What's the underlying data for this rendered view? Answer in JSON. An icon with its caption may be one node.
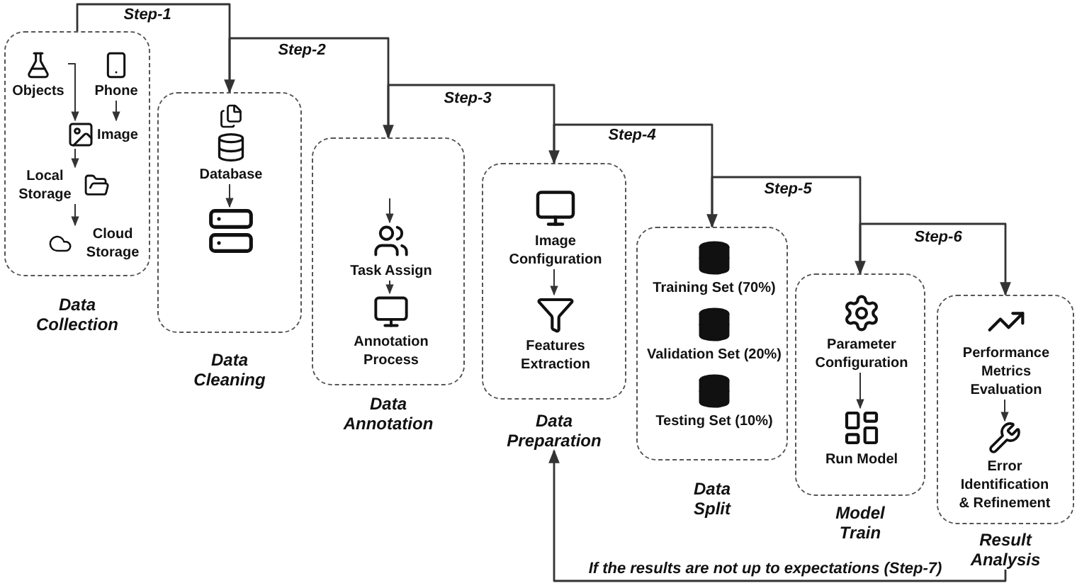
{
  "diagram": {
    "nodes": [
      {
        "text": [
          "Data Collection"
        ]
      },
      {
        "text": [
          "Objects"
        ],
        "in": 0
      },
      {
        "text": [
          "Phone"
        ],
        "in": 0
      },
      {
        "text": [
          "Image"
        ],
        "in": 0
      },
      {
        "text": [
          "Local Storage"
        ],
        "in": 0
      },
      {
        "text": [
          "Cloud Storage"
        ],
        "in": 0
      },
      {
        "text": [
          "Data Cleaning"
        ]
      },
      {
        "text": [
          "Database"
        ],
        "in": 6
      },
      {
        "text": [],
        "shape": "picture",
        "in": 6
      },
      {
        "text": [
          "Data Annotation"
        ]
      },
      {
        "text": [
          "Task Assign"
        ],
        "in": 9
      },
      {
        "text": [
          "Annotation Process"
        ],
        "in": 9
      },
      {
        "text": [
          "Data Preparation"
        ]
      },
      {
        "text": [
          "Image Configuration"
        ],
        "in": 12
      },
      {
        "text": [
          "Features Extraction"
        ],
        "in": 12
      },
      {
        "text": [
          "Data Split"
        ]
      },
      {
        "text": [
          "Training Set (70%)"
        ],
        "in": 15
      },
      {
        "text": [
          "Validation Set (20%)"
        ],
        "in": 15
      },
      {
        "text": [
          "Testing Set (10%)"
        ],
        "in": 15
      },
      {
        "text": [
          "Model Train"
        ]
      },
      {
        "text": [
          "Parameter Configuration"
        ],
        "in": 19
      },
      {
        "text": [
          "Run Model"
        ],
        "in": 19
      },
      {
        "text": [
          "Result Analysis"
        ]
      },
      {
        "text": [
          "Performance Metrics Evaluation"
        ],
        "in": 22
      },
      {
        "text": [
          "Error Identification & Refinement"
        ],
        "in": 22
      }
    ],
    "edges": [
      {
        "from": 0,
        "to": 6,
        "arrow": "to",
        "label": "Step-1"
      },
      {
        "from": 6,
        "to": 9,
        "arrow": "to",
        "label": "Step-2"
      },
      {
        "from": 9,
        "to": 12,
        "arrow": "to",
        "label": "Step-3"
      },
      {
        "from": 12,
        "to": 15,
        "arrow": "to",
        "label": "Step-4"
      },
      {
        "from": 15,
        "to": 19,
        "arrow": "to",
        "label": "Step-5"
      },
      {
        "from": 19,
        "to": 22,
        "arrow": "to",
        "label": "Step-6"
      },
      {
        "from": 22,
        "to": 12,
        "arrow": "to",
        "label": "If the results are not up to expectations (Step-7)"
      },
      {
        "from": 1,
        "to": 3,
        "arrow": "to"
      },
      {
        "from": 2,
        "to": 3,
        "arrow": "to"
      },
      {
        "from": 3,
        "to": 4,
        "arrow": "to"
      },
      {
        "from": 4,
        "to": 5,
        "arrow": "to"
      },
      {
        "from": 7,
        "to": 8,
        "arrow": "to"
      },
      {
        "from": null,
        "to": 10,
        "arrow": "to"
      },
      {
        "from": 10,
        "to": 11,
        "arrow": "to"
      },
      {
        "from": 13,
        "to": 14,
        "arrow": "to"
      },
      {
        "from": 20,
        "to": 21,
        "arrow": "to"
      },
      {
        "from": 23,
        "to": 24,
        "arrow": "to"
      }
    ]
  }
}
